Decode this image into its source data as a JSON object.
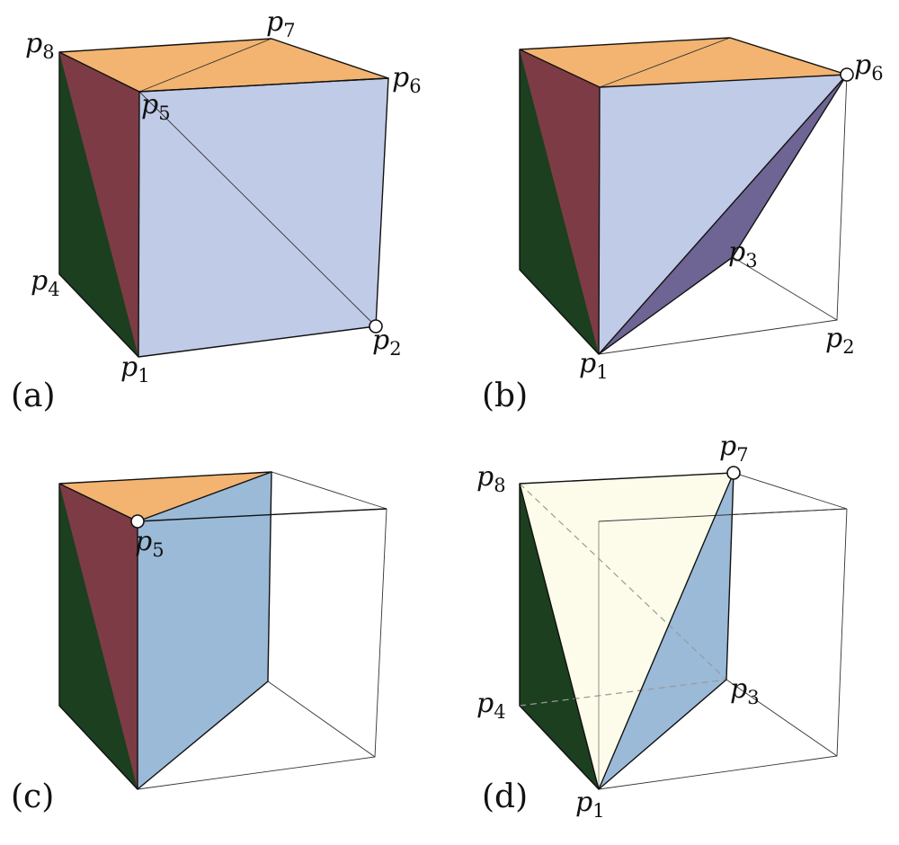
{
  "colors": {
    "top": "#f2b470",
    "front": "#c0cbe7",
    "left_red": "#7d3c45",
    "left_green": "#1b3f1f",
    "purple": "#6e6594",
    "blue": "#9bbad8",
    "cream": "#fdfcea"
  },
  "panels": {
    "a": {
      "label": "(a)",
      "vertices": {
        "p8": {
          "base": "p",
          "sub": "8"
        },
        "p7": {
          "base": "p",
          "sub": "7"
        },
        "p6": {
          "base": "p",
          "sub": "6"
        },
        "p5": {
          "base": "p",
          "sub": "5"
        },
        "p4": {
          "base": "p",
          "sub": "4"
        },
        "p2": {
          "base": "p",
          "sub": "2"
        },
        "p1": {
          "base": "p",
          "sub": "1"
        }
      }
    },
    "b": {
      "label": "(b)",
      "vertices": {
        "p6": {
          "base": "p",
          "sub": "6"
        },
        "p3": {
          "base": "p",
          "sub": "3"
        },
        "p2": {
          "base": "p",
          "sub": "2"
        },
        "p1": {
          "base": "p",
          "sub": "1"
        }
      }
    },
    "c": {
      "label": "(c)",
      "vertices": {
        "p5": {
          "base": "p",
          "sub": "5"
        }
      }
    },
    "d": {
      "label": "(d)",
      "vertices": {
        "p8": {
          "base": "p",
          "sub": "8"
        },
        "p7": {
          "base": "p",
          "sub": "7"
        },
        "p4": {
          "base": "p",
          "sub": "4"
        },
        "p3": {
          "base": "p",
          "sub": "3"
        },
        "p1": {
          "base": "p",
          "sub": "1"
        }
      }
    }
  }
}
